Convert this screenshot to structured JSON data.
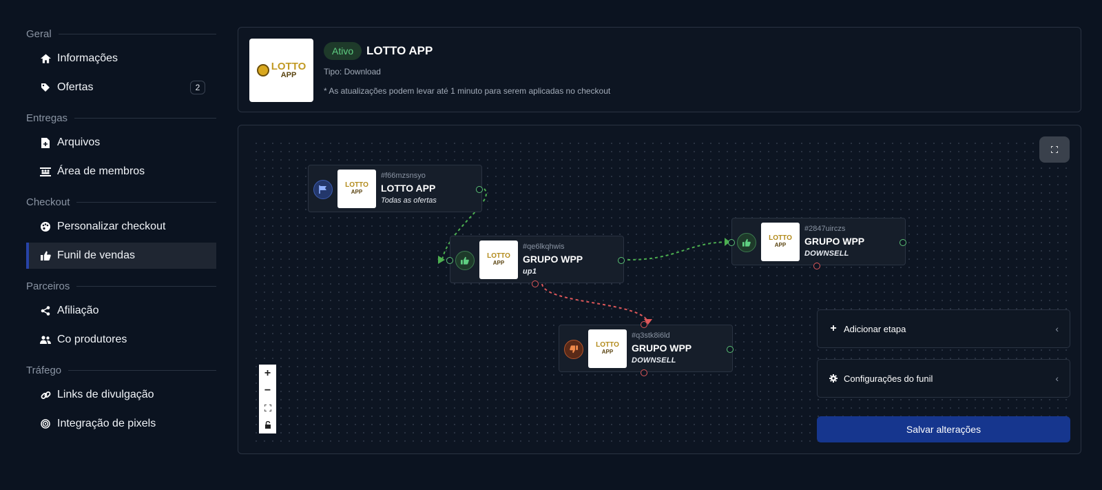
{
  "sidebar": {
    "sections": [
      {
        "title": "Geral",
        "items": [
          {
            "label": "Informações",
            "icon": "home-icon"
          },
          {
            "label": "Ofertas",
            "icon": "tag-icon",
            "badge": "2"
          }
        ]
      },
      {
        "title": "Entregas",
        "items": [
          {
            "label": "Arquivos",
            "icon": "file-icon"
          },
          {
            "label": "Área de membros",
            "icon": "members-icon"
          }
        ]
      },
      {
        "title": "Checkout",
        "items": [
          {
            "label": "Personalizar checkout",
            "icon": "palette-icon"
          },
          {
            "label": "Funil de vendas",
            "icon": "thumbs-up-icon",
            "active": true
          }
        ]
      },
      {
        "title": "Parceiros",
        "items": [
          {
            "label": "Afiliação",
            "icon": "share-icon"
          },
          {
            "label": "Co produtores",
            "icon": "users-icon"
          }
        ]
      },
      {
        "title": "Tráfego",
        "items": [
          {
            "label": "Links de divulgação",
            "icon": "link-icon"
          },
          {
            "label": "Integração de pixels",
            "icon": "pixel-icon"
          }
        ]
      }
    ]
  },
  "header": {
    "logo_text_top": "LOTTO",
    "logo_text_bottom": "APP",
    "status": "Ativo",
    "title": "LOTTO APP",
    "type": "Tipo: Download",
    "note": "* As atualizações podem levar até 1 minuto para serem aplicadas no checkout"
  },
  "funnel": {
    "nodes": [
      {
        "id": "#f66mzsnsyo",
        "title": "LOTTO APP",
        "subtitle": "Todas as ofertas",
        "kind": "start",
        "icon": "flag-icon"
      },
      {
        "id": "#qe6lkqhwis",
        "title": "GRUPO WPP",
        "subtitle": "up1",
        "kind": "upsell",
        "icon": "thumbs-up-icon"
      },
      {
        "id": "#2847uirczs",
        "title": "GRUPO WPP",
        "subtitle": "DOWNSELL",
        "kind": "upsell",
        "icon": "thumbs-up-icon"
      },
      {
        "id": "#q3stk8i6ld",
        "title": "GRUPO WPP",
        "subtitle": "DOWNSELL",
        "kind": "downsell",
        "icon": "thumbs-down-icon"
      }
    ],
    "add_step": "Adicionar etapa",
    "settings": "Configurações do funil",
    "save": "Salvar alterações"
  },
  "colors": {
    "accent": "#16368e",
    "accept_edge": "#4caf50",
    "reject_edge": "#e0585a",
    "active_status": "#5fcf82"
  }
}
